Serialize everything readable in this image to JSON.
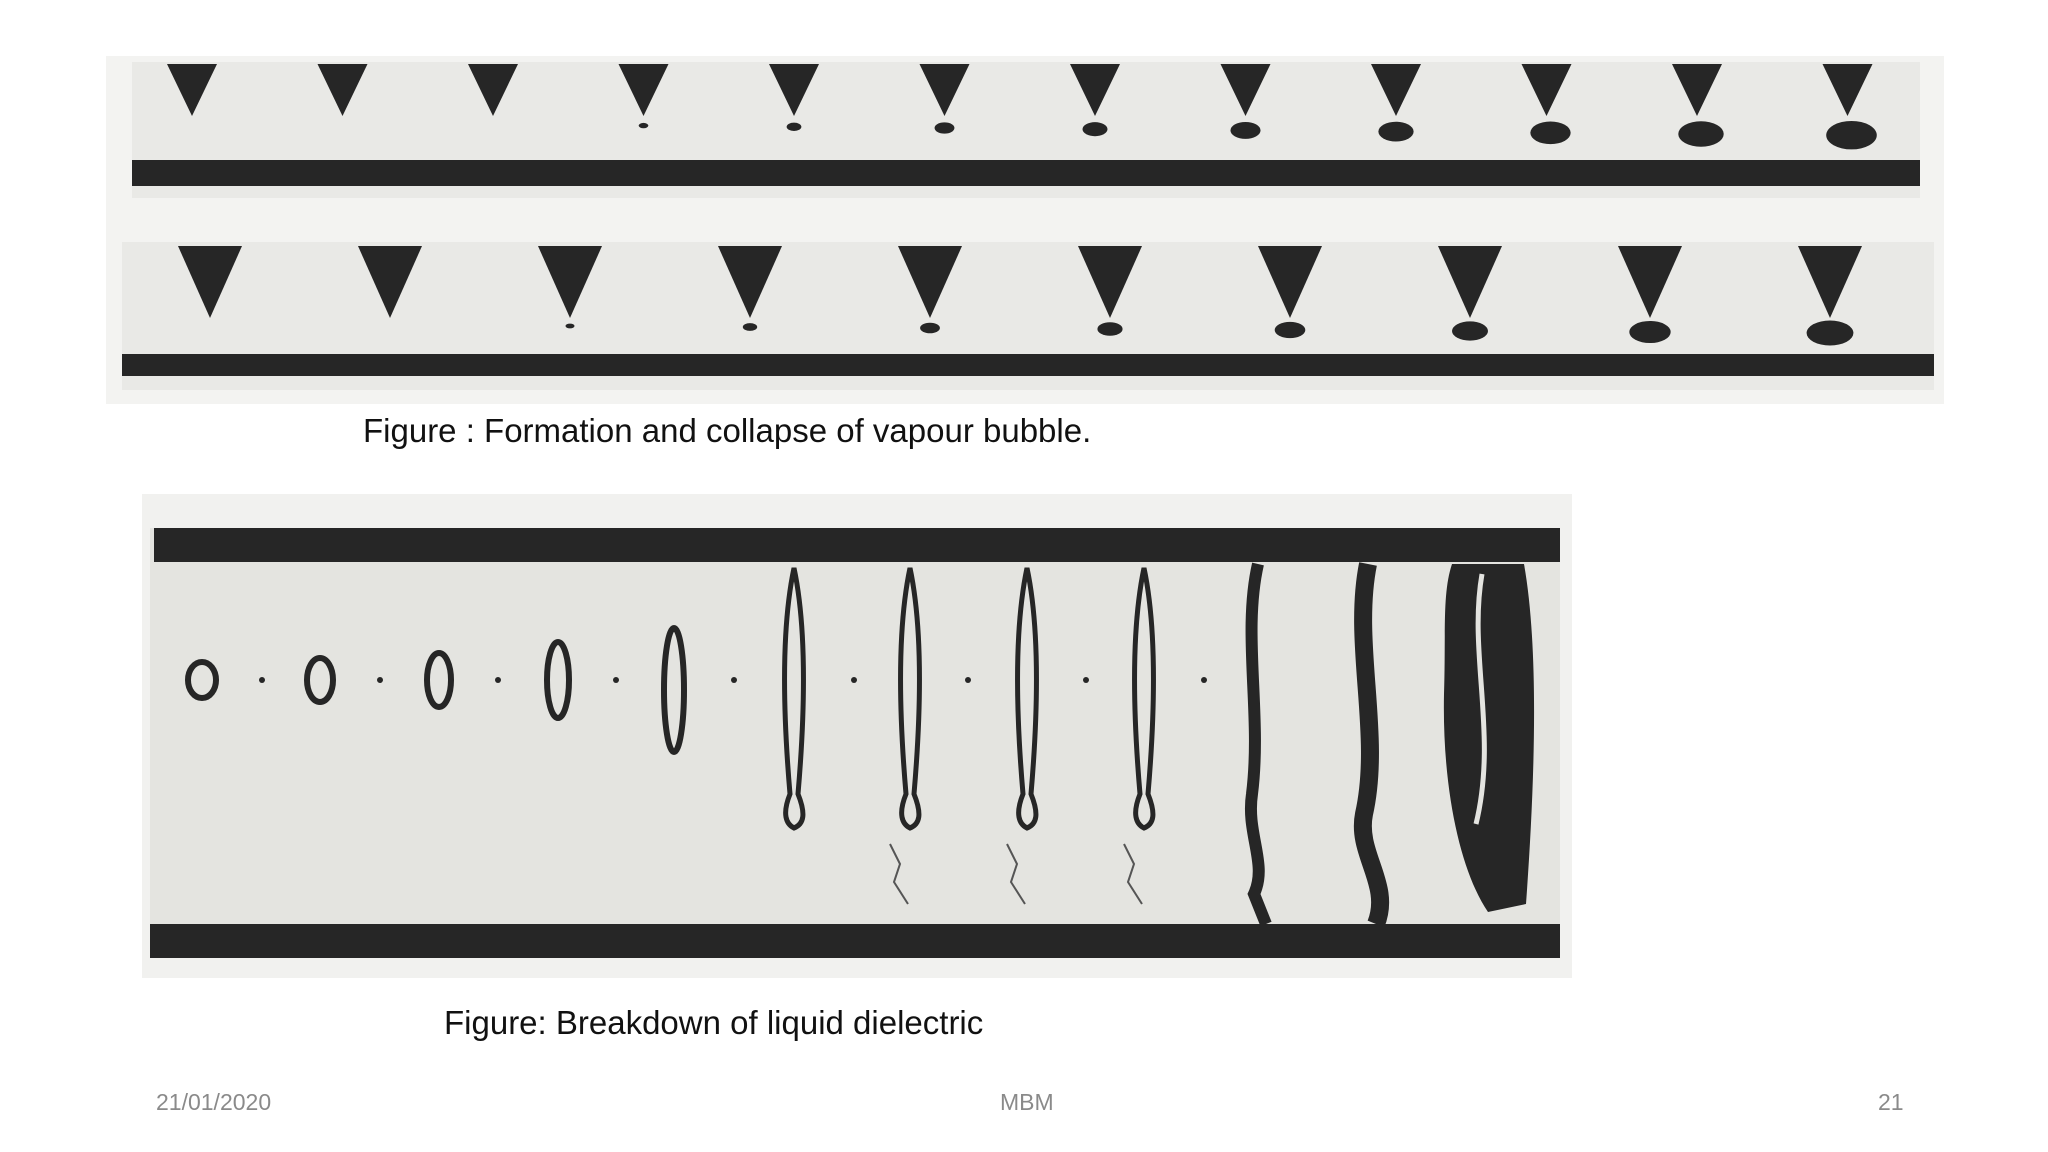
{
  "slide": {
    "figures": [
      {
        "caption": "Figure : Formation and collapse of vapour bubble."
      },
      {
        "caption": "Figure: Breakdown of liquid dielectric"
      }
    ],
    "footer": {
      "date": "21/01/2020",
      "author": "MBM",
      "page_number": "21"
    }
  },
  "colors": {
    "background": "#ffffff",
    "photo_background": "#e9e9e6",
    "ink": "#262626",
    "footer_text": "#8a8a8a"
  }
}
